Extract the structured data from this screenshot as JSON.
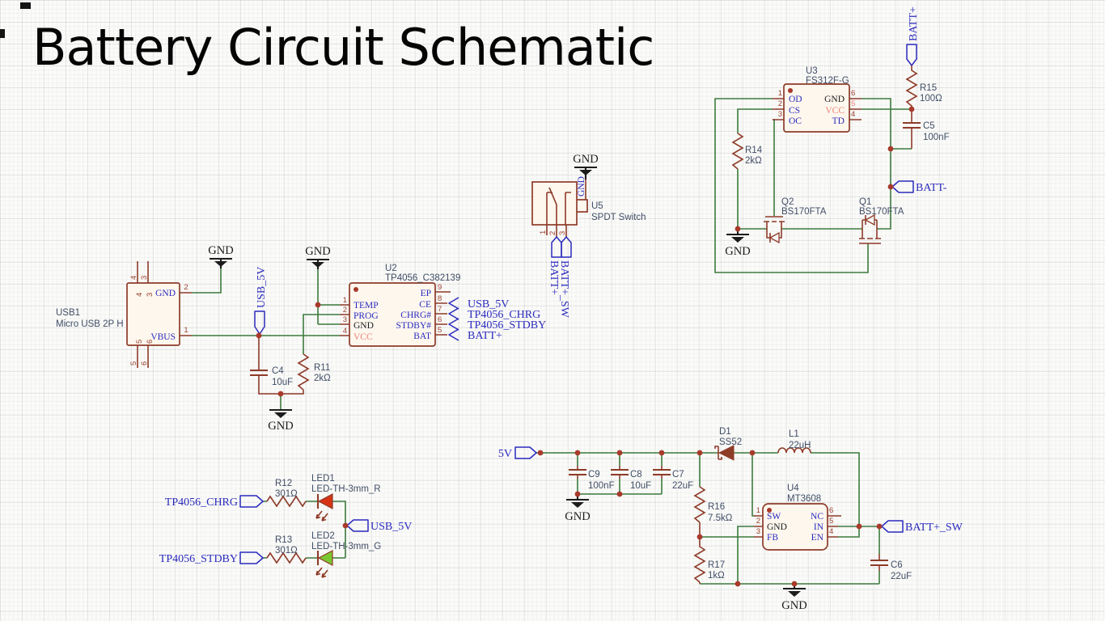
{
  "title": "Battery Circuit Schematic",
  "labels": {
    "gnd": "GND"
  },
  "colors": {
    "wire": "#3c7b3c",
    "component_outline": "#8e3b28",
    "net_blue": "#2b2bbe",
    "junction": "#a8392b",
    "vcc_text": "#ef8273",
    "ref_text": "#404e66",
    "led_red": "#d63415",
    "led_green": "#7bc832",
    "gnd_black": "#1c1c1c",
    "ic_fill": "#fdf7ee",
    "pin_number": "#9c4430",
    "background": "#fbfbf9"
  },
  "usb1": {
    "ref": "USB1",
    "value": "Micro USB 2P H",
    "p_gnd": "GND",
    "p_vbus": "VBUS",
    "n1": "1",
    "n2": "2",
    "n3": "3",
    "n4": "4",
    "n5": "5",
    "n6": "6"
  },
  "u2": {
    "ref": "U2",
    "value": "TP4056_C382139",
    "p_temp": "TEMP",
    "p_prog": "PROG",
    "p_gnd": "GND",
    "p_vcc": "VCC",
    "p_ep": "EP",
    "p_ce": "CE",
    "p_chrg": "CHRG#",
    "p_stdby": "STDBY#",
    "p_bat": "BAT",
    "n1": "1",
    "n2": "2",
    "n3": "3",
    "n4": "4",
    "n5": "5",
    "n6": "6",
    "n7": "7",
    "n8": "8",
    "n9": "9"
  },
  "u3": {
    "ref": "U3",
    "value": "FS312F-G",
    "p_od": "OD",
    "p_cs": "CS",
    "p_oc": "OC",
    "p_gnd": "GND",
    "p_vcc": "VCC",
    "p_td": "TD",
    "n1": "1",
    "n2": "2",
    "n3": "3",
    "n4": "4",
    "n5": "5",
    "n6": "6"
  },
  "u4": {
    "ref": "U4",
    "value": "MT3608",
    "p_sw": "SW",
    "p_gnd": "GND",
    "p_fb": "FB",
    "p_nc": "NC",
    "p_in": "IN",
    "p_en": "EN",
    "n1": "1",
    "n2": "2",
    "n3": "3",
    "n4": "4",
    "n5": "5",
    "n6": "6"
  },
  "u5": {
    "ref": "U5",
    "value": "SPDT Switch",
    "p_gnd": "GND",
    "n1": "1",
    "n2": "2",
    "n3": "3"
  },
  "q1": {
    "ref": "Q1",
    "value": "BS170FTA"
  },
  "q2": {
    "ref": "Q2",
    "value": "BS170FTA"
  },
  "d1": {
    "ref": "D1",
    "value": "SS52"
  },
  "l1": {
    "ref": "L1",
    "value": "22uH"
  },
  "r11": {
    "ref": "R11",
    "value": "2kΩ"
  },
  "r12": {
    "ref": "R12",
    "value": "301Ω"
  },
  "r13": {
    "ref": "R13",
    "value": "301Ω"
  },
  "r14": {
    "ref": "R14",
    "value": "2kΩ"
  },
  "r15": {
    "ref": "R15",
    "value": "100Ω"
  },
  "r16": {
    "ref": "R16",
    "value": "7.5kΩ"
  },
  "r17": {
    "ref": "R17",
    "value": "1kΩ"
  },
  "c4": {
    "ref": "C4",
    "value": "10uF"
  },
  "c5": {
    "ref": "C5",
    "value": "100nF"
  },
  "c6": {
    "ref": "C6",
    "value": "22uF"
  },
  "c7": {
    "ref": "C7",
    "value": "22uF"
  },
  "c8": {
    "ref": "C8",
    "value": "10uF"
  },
  "c9": {
    "ref": "C9",
    "value": "100nF"
  },
  "led1": {
    "ref": "LED1",
    "value": "LED-TH-3mm_R"
  },
  "led2": {
    "ref": "LED2",
    "value": "LED-TH-3mm_G"
  },
  "nets": {
    "usb_5v": "USB_5V",
    "tp4056_chrg": "TP4056_CHRG",
    "tp4056_stdby": "TP4056_STDBY",
    "batt_plus": "BATT+",
    "batt_minus": "BATT-",
    "batt_plus_sw": "BATT+_SW",
    "v5": "5V"
  }
}
